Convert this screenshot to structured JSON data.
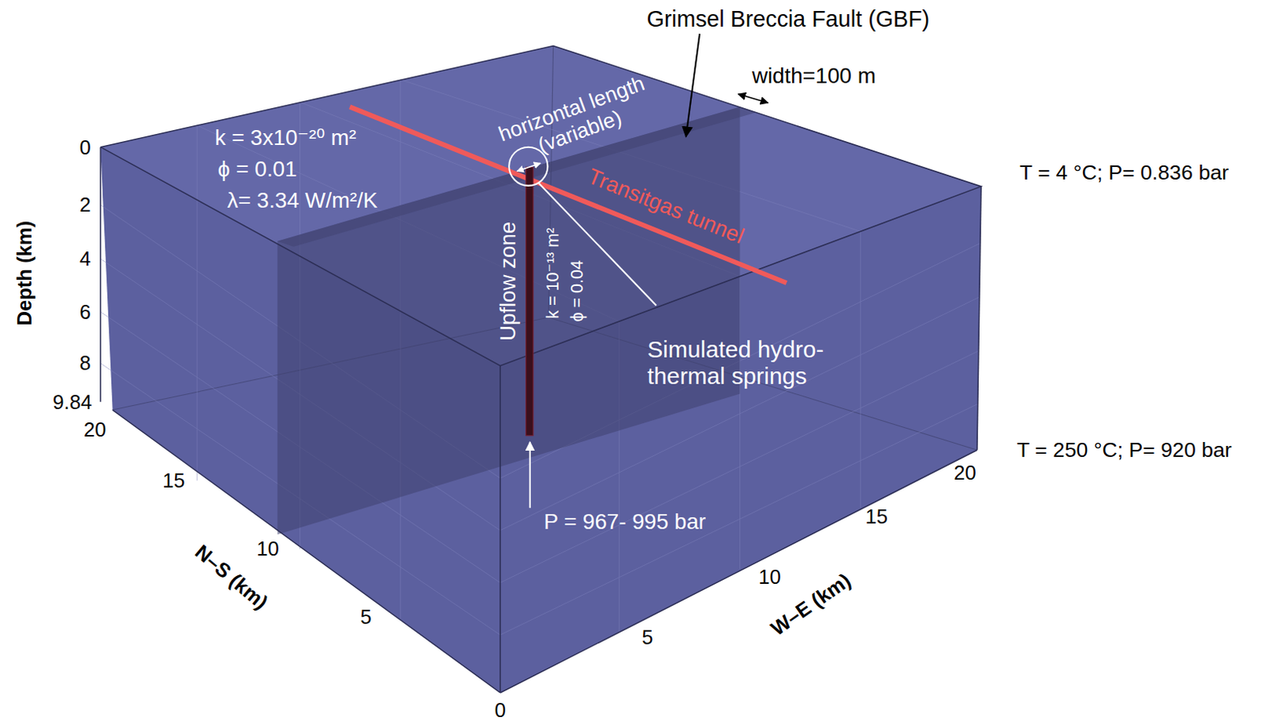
{
  "diagram": {
    "labels": [
      "Grimsel Breccia Fault (GBF)",
      "width=100 m",
      "horizontal length (variable)",
      "k = 3x10⁻²⁰ m²",
      "ϕ = 0.01",
      "λ= 3.34 W/m²/K",
      "Transitgas tunnel",
      "Upflow zone",
      "k = 10⁻¹³ m²",
      "ϕ = 0.04",
      "Simulated hydro-thermal springs",
      "T = 4 °C; P= 0.836 bar",
      "T = 250 °C; P= 920 bar",
      "P = 967- 995 bar",
      "Depth (km)",
      "0",
      "2",
      "4",
      "6",
      "8",
      "9.84",
      "20",
      "15",
      "10",
      "5",
      "0",
      "N–S (km)",
      "5",
      "10",
      "15",
      "20",
      "W–E (km)"
    ]
  }
}
